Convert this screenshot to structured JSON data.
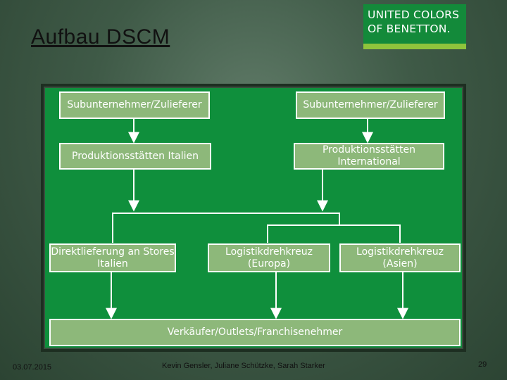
{
  "slide": {
    "title": "Aufbau DSCM",
    "logo": {
      "line1": "UNITED COLORS",
      "line2": "OF BENETTON."
    },
    "footer": {
      "date": "03.07.2015",
      "authors": "Kevin Gensler, Juliane Schützke, Sarah Starker",
      "page": "29"
    }
  },
  "diagram": {
    "nodes": {
      "sub_left": "Subunternehmer/Zulieferer",
      "sub_right": "Subunternehmer/Zulieferer",
      "prod_italy": "Produktionsstätten Italien",
      "prod_intl": "Produktionsstätten\nInternational",
      "direct": "Direktlieferung an Stores\nItalien",
      "hub_europe": "Logistikdrehkreuz\n(Europa)",
      "hub_asia": "Logistikdrehkreuz\n(Asien)",
      "sellers": "Verkäufer/Outlets/Franchisenehmer"
    },
    "colors": {
      "panel": "#0f8f3c",
      "node_fill": "#8db87a",
      "node_border": "#ffffff",
      "connector": "#ffffff"
    }
  }
}
